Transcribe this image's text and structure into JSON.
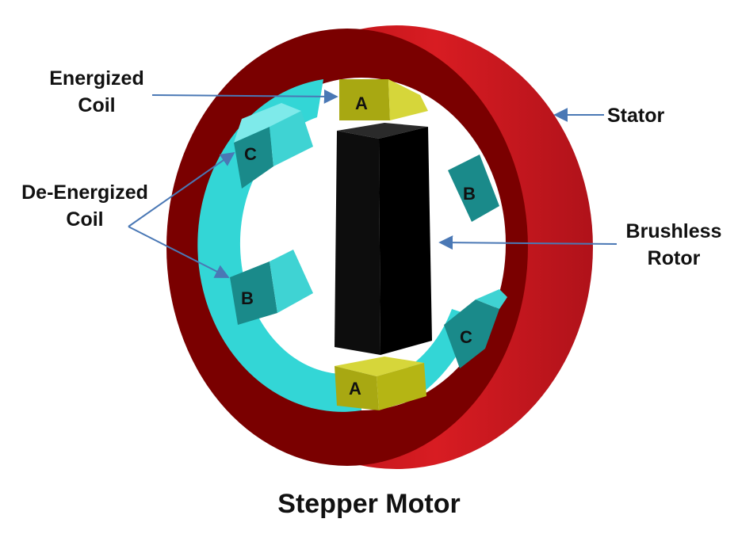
{
  "title": "Stepper Motor",
  "labels": {
    "energized": [
      "Energized",
      "Coil"
    ],
    "deenergized": [
      "De-Energized",
      "Coil"
    ],
    "stator": "Stator",
    "rotor": [
      "Brushless",
      "Rotor"
    ]
  },
  "coils": {
    "a_top": "A",
    "a_bottom": "A",
    "b_right": "B",
    "b_left": "B",
    "c_left": "C",
    "c_right": "C"
  },
  "colors": {
    "stator": "#8b0000",
    "stator_highlight": "#c0161b",
    "coil_ring": "#33d6d6",
    "coil_deenergized": "#1fb3b3",
    "coil_energized": "#b5b514",
    "rotor": "#0d0d0d",
    "arrow": "#4a78b5"
  }
}
